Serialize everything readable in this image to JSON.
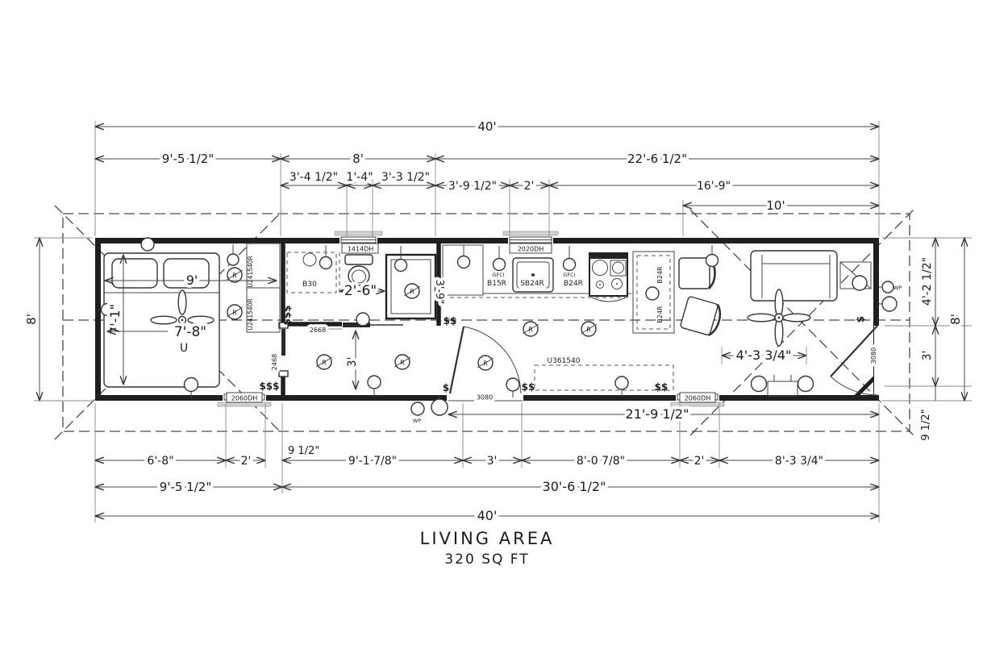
{
  "title": {
    "line1": "LIVING AREA",
    "line2": "320 SQ FT"
  },
  "dims": {
    "top40": "40'",
    "t9_5": "9'-5 1/2\"",
    "t8": "8'",
    "t22_6": "22'-6 1/2\"",
    "t3_4": "3'-4 1/2\"",
    "t1_4": "1'-4\"",
    "t3_3": "3'-3 1/2\"",
    "t3_9": "3'-9 1/2\"",
    "t2": "2'",
    "t16_9": "16'-9\"",
    "t10": "10'",
    "left8": "8'",
    "r4_2": "4'-2 1/2\"",
    "r3": "3'",
    "r8": "8'",
    "r9h": "9 1/2\"",
    "b6_8": "6'-8\"",
    "b2a": "2'",
    "b9h": "9 1/2\"",
    "b9_1": "9'-1 7/8\"",
    "b3": "3'",
    "b8_0": "8'-0 7/8\"",
    "b2b": "2'",
    "b8_3": "8'-3 3/4\"",
    "b21_9": "21'-9 1/2\"",
    "b9_5": "9'-5 1/2\"",
    "b30_6": "30'-6 1/2\"",
    "b40": "40'",
    "i9": "9'",
    "i7_1": "7'-1\"",
    "i7_8": "7'-8\"",
    "iU": "U",
    "i2_6": "2'-6\"",
    "i3_9": "3'-9\"",
    "i3": "3'",
    "i4_3": "4'-3 3/4\""
  },
  "openings": {
    "w1414": "1414DH",
    "w2020": "2020DH",
    "w2060": "2060DH",
    "d2468": "2468",
    "d2668": "2668",
    "d3080": "3080"
  },
  "cabinets": {
    "b30": "B30",
    "b15r": "B15R",
    "sb24r": "SB24R",
    "b24r": "B24R",
    "u241540r": "U241540R",
    "u361540": "U361540"
  },
  "symbols": {
    "receptacle": "R",
    "gfci": "GFCI",
    "wp": "WP",
    "sw1": "$",
    "sw2": "$$",
    "sw3": "$$$"
  }
}
